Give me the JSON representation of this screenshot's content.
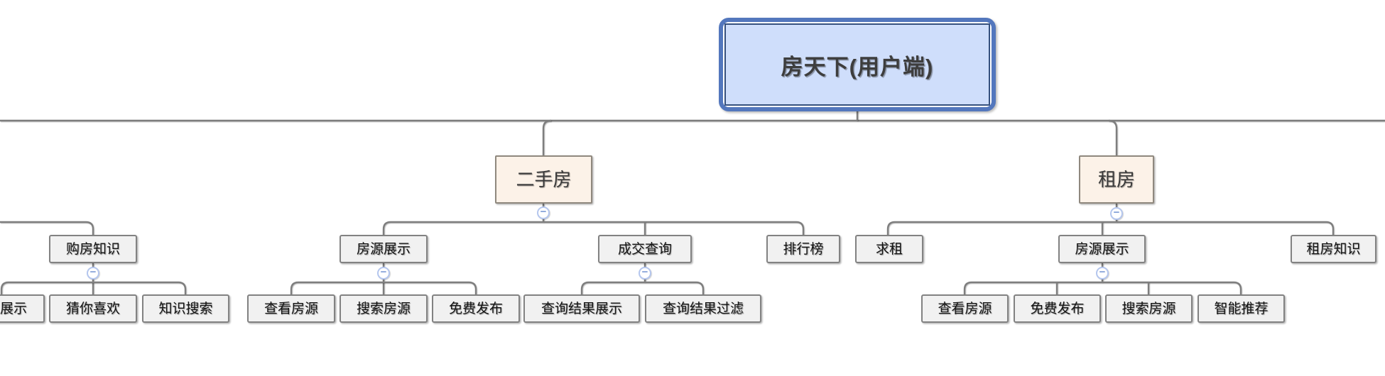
{
  "mindmap": {
    "root": {
      "label": "房天下(用户端)"
    },
    "branch_secondhand": {
      "label": "二手房",
      "children": {
        "listing_display": {
          "label": "房源展示",
          "children": {
            "view": {
              "label": "查看房源"
            },
            "search": {
              "label": "搜索房源"
            },
            "publish": {
              "label": "免费发布"
            }
          }
        },
        "deal_query": {
          "label": "成交查询",
          "children": {
            "result_display": {
              "label": "查询结果展示"
            },
            "result_filter": {
              "label": "查询结果过滤"
            }
          }
        },
        "ranking": {
          "label": "排行榜"
        }
      }
    },
    "branch_rent": {
      "label": "租房",
      "children": {
        "seek_rent": {
          "label": "求租"
        },
        "listing_display": {
          "label": "房源展示",
          "children": {
            "view": {
              "label": "查看房源"
            },
            "publish": {
              "label": "免费发布"
            },
            "search": {
              "label": "搜索房源"
            },
            "recommend": {
              "label": "智能推荐"
            }
          }
        },
        "rent_knowledge": {
          "label": "租房知识"
        }
      }
    },
    "branch_offscreen_left": {
      "purchase_knowledge": {
        "label": "购房知识",
        "children": {
          "display_cut": {
            "label": "展示"
          },
          "guess_you_like": {
            "label": "猜你喜欢"
          },
          "knowledge_search": {
            "label": "知识搜索"
          }
        }
      }
    }
  },
  "ui": {
    "collapse_glyph": "−"
  },
  "colors": {
    "root_fill": "#cfdefb",
    "root_outer_border": "#5377bd",
    "root_inner_border": "#36517e",
    "branch_fill": "#fcf2e8",
    "branch_border": "#8f887e",
    "node_fill": "#f1f1f1",
    "node_border": "#828282",
    "connector": "#7e7e7e",
    "collapse_ring": "#b4c6ee",
    "collapse_minus": "#7e9cd6"
  }
}
